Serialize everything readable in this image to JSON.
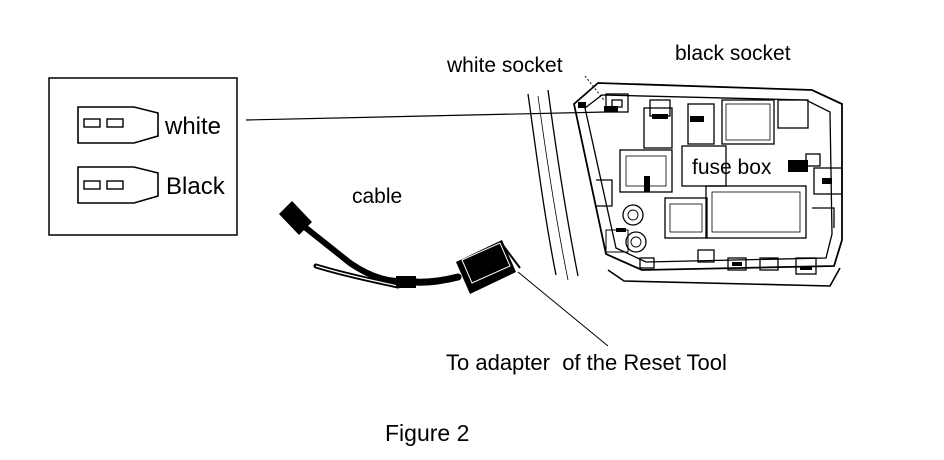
{
  "labels": {
    "white_socket": "white socket",
    "black_socket": "black socket",
    "fuse_box": "fuse box",
    "cable": "cable",
    "to_adapter": "To adapter  of the Reset Tool",
    "legend_white": "white",
    "legend_black": "Black",
    "caption": "Figure 2"
  },
  "colors": {
    "ink": "#000000",
    "background": "#ffffff"
  }
}
